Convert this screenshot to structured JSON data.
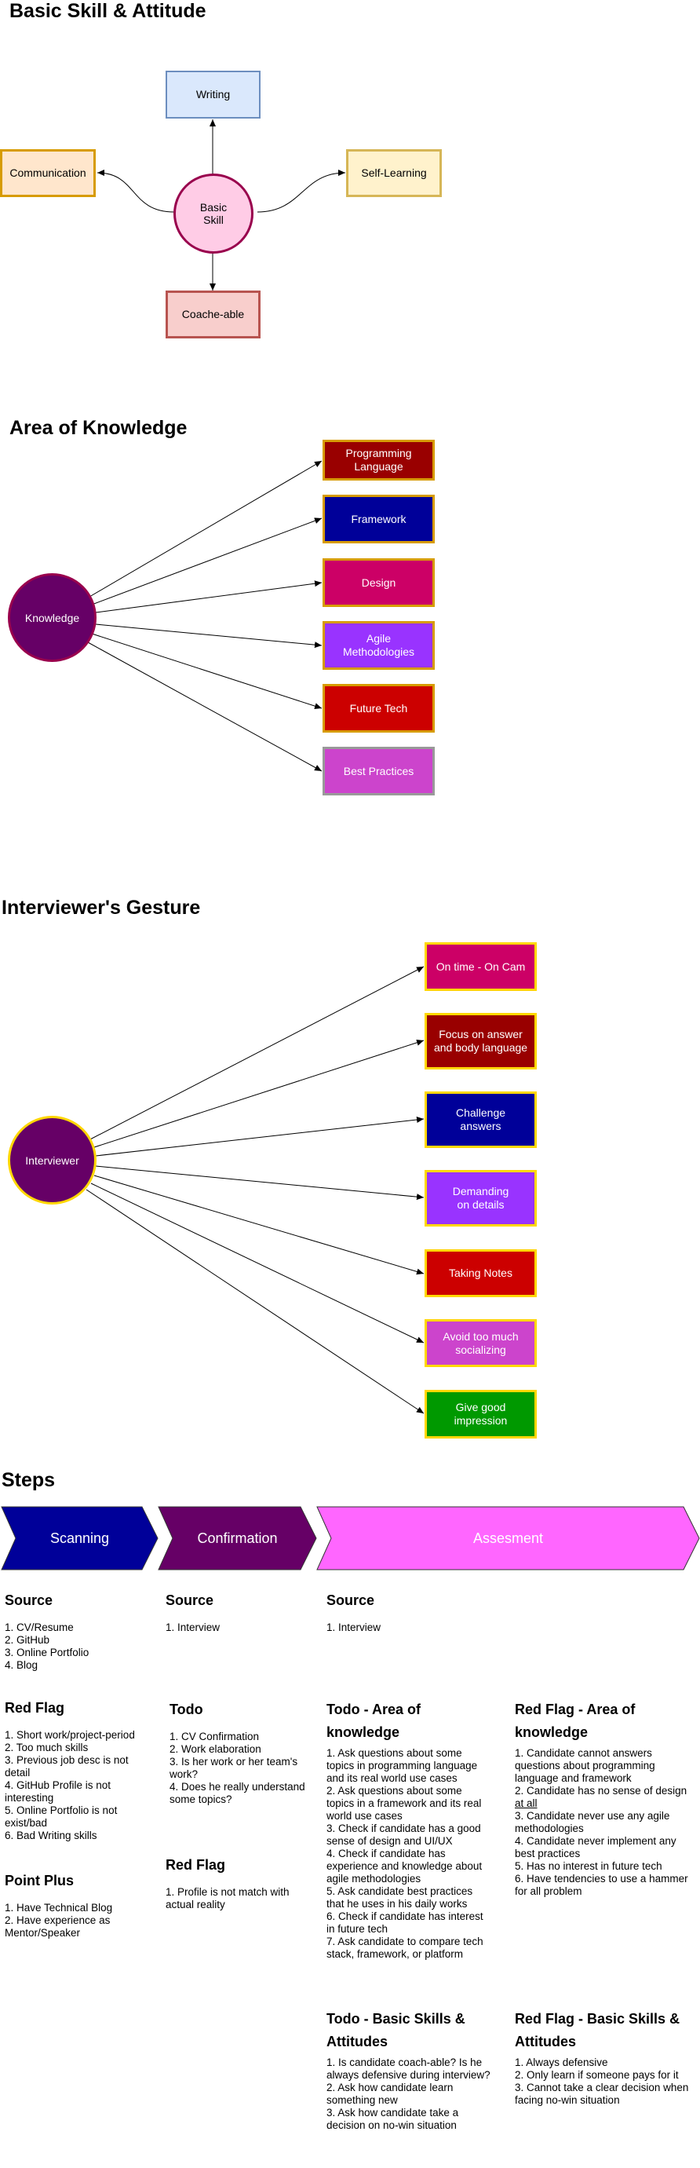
{
  "section1": {
    "title": "Basic Skill & Attitude",
    "center": "Basic Skill",
    "writing": "Writing",
    "communication": "Communication",
    "self_learning": "Self-Learning",
    "coacheable": "Coache-able"
  },
  "section2": {
    "title": "Area of Knowledge",
    "center": "Knowledge",
    "items": [
      "Programming Language",
      "Framework",
      "Design",
      "Agile Methodologies",
      "Future Tech",
      "Best Practices"
    ]
  },
  "section3": {
    "title": "Interviewer's Gesture",
    "center": "Interviewer",
    "items": [
      "On time - On Cam",
      "Focus on answer and body language",
      "Challenge answers",
      "Demanding on details",
      "Taking Notes",
      "Avoid too much socializing",
      "Give good impression"
    ]
  },
  "steps": {
    "title": "Steps",
    "arrows": [
      "Scanning",
      "Confirmation",
      "Assesment"
    ],
    "col1": {
      "source_title": "Source",
      "source": [
        "1. CV/Resume",
        "2. GitHub",
        "3. Online Portfolio",
        "4. Blog"
      ],
      "redflag_title": "Red Flag",
      "redflag": [
        "1. Short work/project-period",
        "2. Too much skills",
        "3. Previous job desc is not detail",
        "4. GitHub Profile is not interesting",
        "5. Online Portfolio is not exist/bad",
        "6. Bad Writing skills"
      ],
      "plus_title": "Point Plus",
      "plus": [
        "1. Have Technical Blog",
        "2. Have experience as Mentor/Speaker"
      ]
    },
    "col2": {
      "source_title": "Source",
      "source": [
        "1. Interview"
      ],
      "todo_title": "Todo",
      "todo": [
        "1. CV Confirmation",
        "2. Work elaboration",
        "3. Is her work or her team's work?",
        "4. Does he really understand some topics?"
      ],
      "redflag_title": "Red Flag",
      "redflag": [
        "1. Profile is not match with actual reality"
      ]
    },
    "col3": {
      "source_title": "Source",
      "source": [
        "1. Interview"
      ],
      "todo_area_title": "Todo - Area of knowledge",
      "todo_area": [
        "1. Ask questions about some topics in programming language and its real world use cases",
        "2. Ask questions about some topics in a framework and its real world use cases",
        "3. Check if candidate has a good sense of design and UI/UX",
        "4. Check if candidate has experience and knowledge about agile methodologies",
        "5. Ask candidate best practices that he uses in his daily works",
        "6. Check if candidate has interest in future tech",
        "7. Ask candidate to compare tech stack, framework, or platform"
      ],
      "todo_basic_title": "Todo - Basic Skills & Attitudes",
      "todo_basic": [
        "1. Is candidate coach-able? Is he always defensive during interview?",
        "2. Ask how candidate learn something new",
        "3. Ask how candidate take a decision on no-win situation"
      ]
    },
    "col4": {
      "redflag_area_title": "Red Flag - Area of knowledge",
      "redflag_area_1": "1. Candidate cannot answers questions about programming language and framework",
      "redflag_area_2_pre": "2. Candidate has no sense of design ",
      "redflag_area_2_u": "at all",
      "redflag_area_rest": [
        "3. Candidate never use any agile methodologies",
        "4. Candidate never implement any best practices",
        "5. Has no interest in future tech",
        "6. Have tendencies to use a hammer for all problem"
      ],
      "redflag_basic_title": "Red Flag - Basic Skills & Attitudes",
      "redflag_basic": [
        "1. Always defensive",
        "2. Only learn if someone pays for it",
        "3. Cannot take a clear decision when facing no-win situation"
      ]
    }
  },
  "colors": {
    "dark_red": "#990000",
    "navy": "#000099",
    "magenta": "#cc0066",
    "violet": "#9933ff",
    "red": "#cc0000",
    "orchid": "#cc44cc",
    "green": "#009900",
    "purple": "#660066",
    "pink": "#ff66ff"
  }
}
